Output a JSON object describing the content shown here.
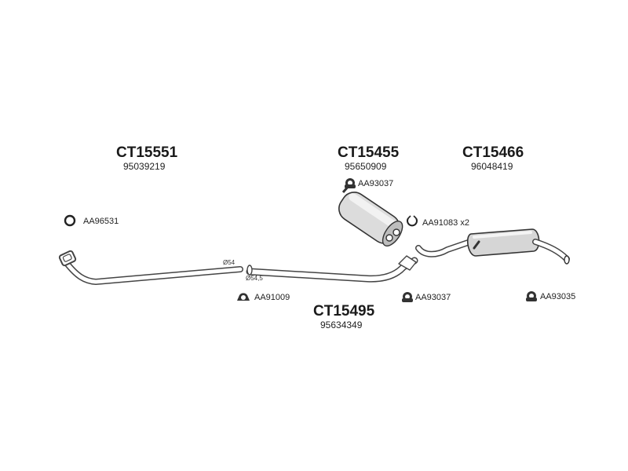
{
  "parts": {
    "front_pipe": {
      "code": "CT15551",
      "oem": "95039219"
    },
    "middle_silencer": {
      "code": "CT15455",
      "oem": "95650909"
    },
    "rear_silencer": {
      "code": "CT15466",
      "oem": "96048419"
    },
    "middle_pipe": {
      "code": "CT15495",
      "oem": "95634349"
    }
  },
  "accessories": {
    "ring_gasket": "AA96531",
    "hanger_middle_top": "AA93037",
    "clamp_middle": "AA91083 x2",
    "clamp_joint": "AA91009",
    "hanger_middle_bottom": "AA93037",
    "hanger_rear": "AA93035"
  },
  "dimensions": {
    "front_outlet": "Ø54",
    "middle_inlet": "Ø54,5"
  }
}
